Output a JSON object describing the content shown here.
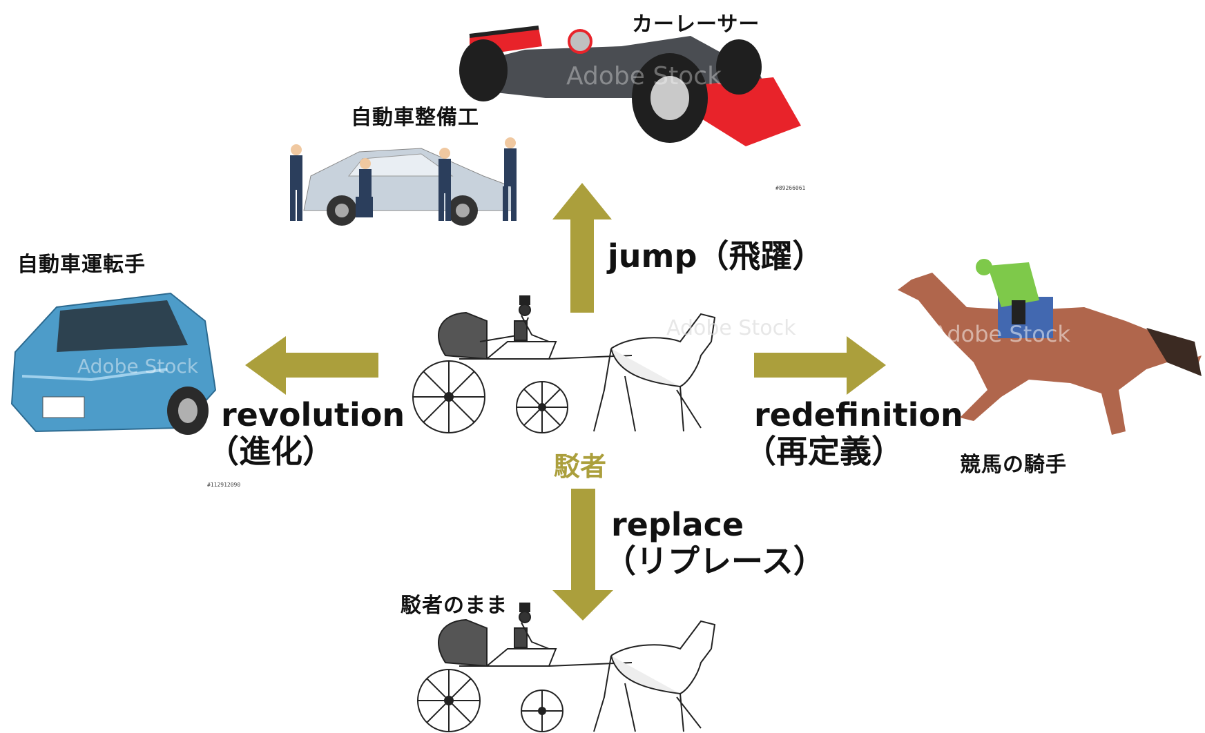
{
  "colors": {
    "arrow": "#ab9f3c",
    "center_label": "#ab9f3c",
    "text": "#111111"
  },
  "center": {
    "label": "駁者",
    "icon": "horse-carriage-icon"
  },
  "branches": {
    "up": {
      "term_line1": "jump（飛躍）",
      "outcomes": [
        {
          "label": "カーレーサー",
          "icon": "race-car-icon"
        },
        {
          "label": "自動車整備工",
          "icon": "car-mechanics-icon"
        }
      ]
    },
    "left": {
      "term_line1": "revolution",
      "term_line2": "（進化）",
      "outcome": {
        "label": "自動車運転手",
        "icon": "car-icon"
      }
    },
    "right": {
      "term_line1": "redefinition",
      "term_line2": "（再定義）",
      "outcome": {
        "label": "競馬の騎手",
        "icon": "jockey-horse-icon"
      }
    },
    "down": {
      "term_line1": "replace",
      "term_line2": "（リプレース）",
      "outcome": {
        "label": "駁者のまま",
        "icon": "horse-carriage-icon"
      }
    }
  },
  "image_ids": {
    "race_car": "#89266061",
    "car": "#112912090"
  },
  "watermark": "Adobe Stock"
}
